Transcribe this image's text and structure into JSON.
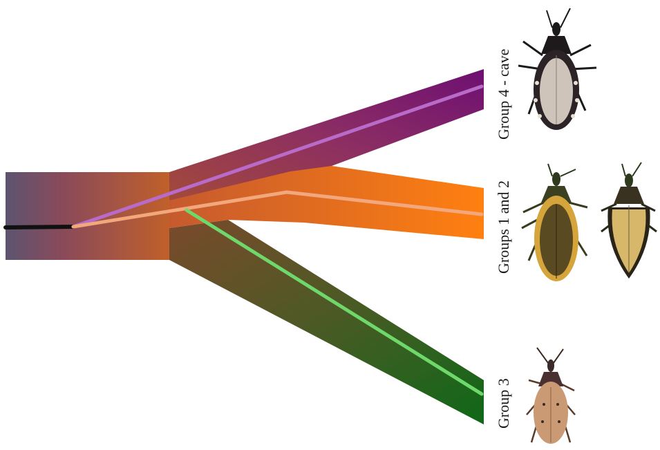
{
  "groups": {
    "cave": {
      "label": "Group 4 - cave"
    },
    "g12": {
      "label": "Groups 1 and 2"
    },
    "g3": {
      "label": "Group 3"
    }
  },
  "colors": {
    "branch_cave": "#7a1777",
    "branch_g12": "#ff7f11",
    "branch_g3": "#0f6b1c",
    "root_branch": "#5d5470",
    "line_cave": "#b86bc8",
    "line_g12": "#f2a77c",
    "line_g3": "#6fd86b",
    "root_line": "#111111"
  },
  "icons": [
    "bug-cave-icon",
    "bug-g12-dark-icon",
    "bug-g12-light-icon",
    "bug-g3-icon"
  ]
}
